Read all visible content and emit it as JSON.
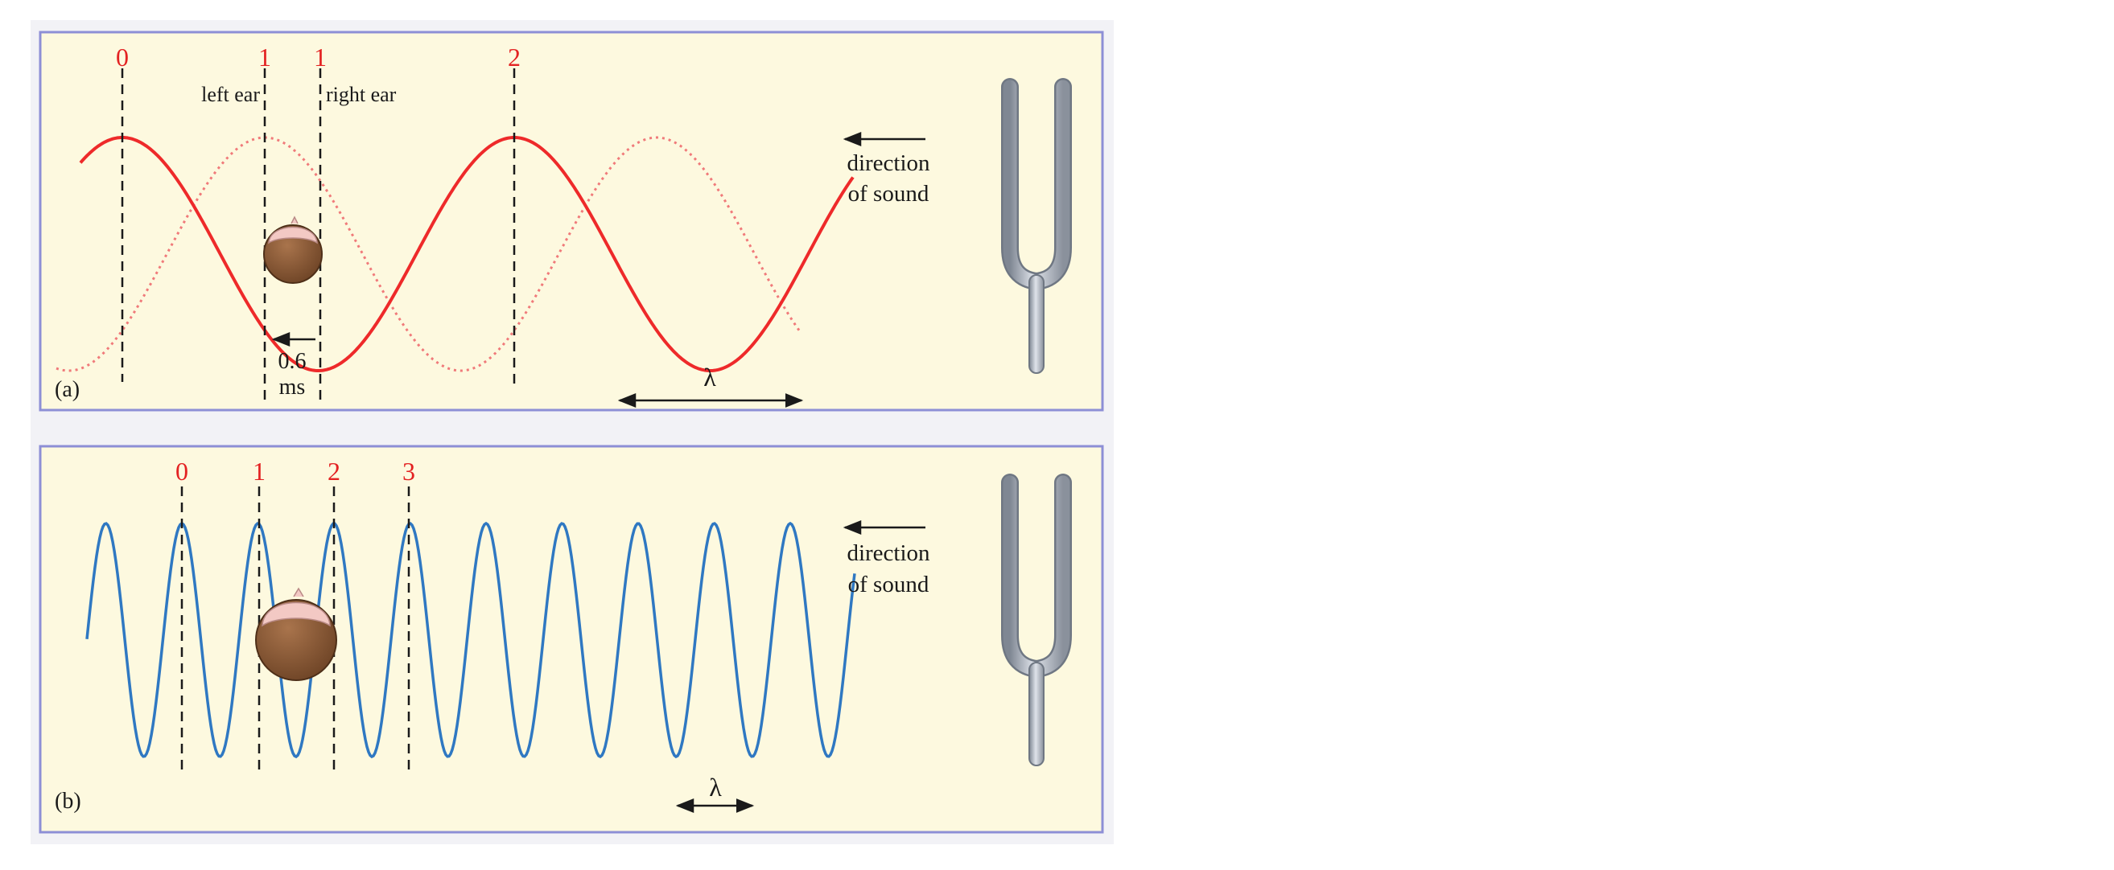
{
  "colors": {
    "panel_bg": "#fdf9df",
    "panel_border": "#8d8fd6",
    "outer_bg": "#f2f2f6",
    "wave_a": "#ee2a2a",
    "wave_a_dotted": "#f07a7a",
    "wave_b": "#2f78c2",
    "label_red": "#e32222",
    "text": "#1a1a1a",
    "fork": "#9ea6b2",
    "head": "#8b5a37",
    "hair": "#f3c9c4"
  },
  "icons": {
    "tuning_fork": "tuning-fork-icon",
    "listener_head": "head-icon"
  },
  "panel_a": {
    "label": "(a)",
    "markers": [
      "0",
      "1",
      "1",
      "2"
    ],
    "left_ear": "left ear",
    "right_ear": "right ear",
    "delay_value": "0.6",
    "delay_unit": "ms",
    "wavelength": "λ",
    "direction_line1": "direction",
    "direction_line2": "of sound"
  },
  "panel_b": {
    "label": "(b)",
    "markers": [
      "0",
      "1",
      "2",
      "3"
    ],
    "wavelength": "λ",
    "direction_line1": "direction",
    "direction_line2": "of sound"
  }
}
